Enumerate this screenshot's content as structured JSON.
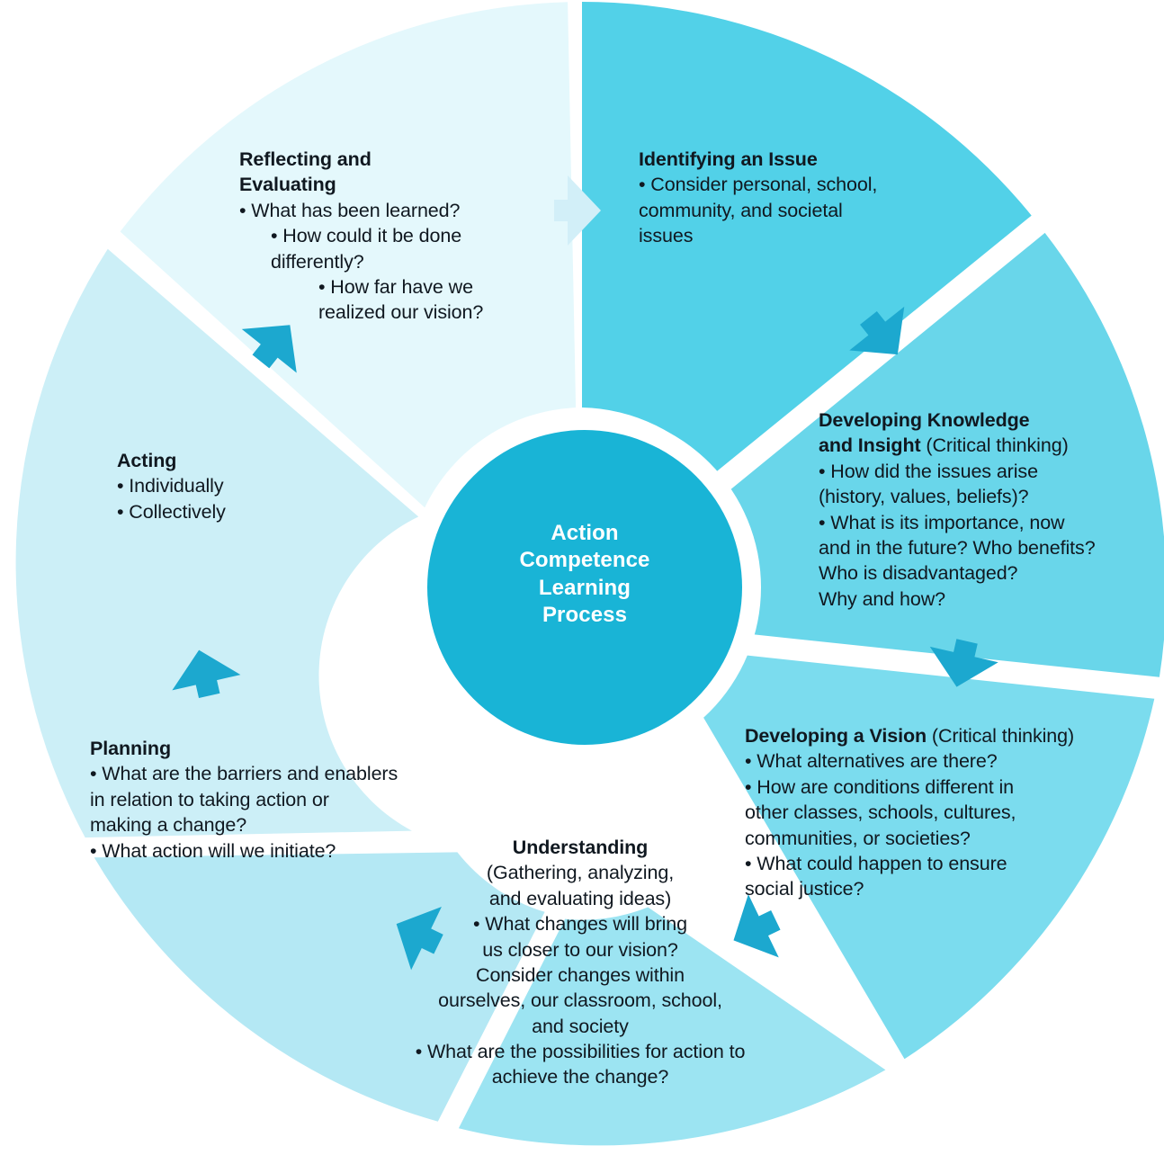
{
  "title": "Action Competence Learning Process",
  "center": {
    "lines": [
      "Action",
      "Competence",
      "Learning",
      "Process"
    ],
    "fill": "#19B4D6",
    "text_color": "#ffffff"
  },
  "colors": {
    "background": "#ffffff",
    "arrow": "#1CA8CF",
    "arrow_pale": "#D2EFF8",
    "text": "#101820",
    "ring": "#ffffff"
  },
  "chart_data": {
    "type": "pie",
    "title": "Action Competence Learning Process",
    "note": "Seven equal sectors of a circular process wheel, read clockwise from the top.",
    "categories": [
      "Identifying an Issue",
      "Developing Knowledge and Insight",
      "Developing a Vision",
      "Understanding",
      "Planning",
      "Acting",
      "Reflecting and Evaluating"
    ],
    "values": [
      1,
      1,
      1,
      1,
      1,
      1,
      1
    ],
    "colors": [
      "#52D1E8",
      "#69D6EA",
      "#7BDCEE",
      "#9CE4F2",
      "#B4E8F4",
      "#CCEFF7",
      "#E4F8FC"
    ],
    "legend": "none",
    "grid": false
  },
  "sectors": [
    {
      "id": "identifying",
      "heading": "Identifying an Issue",
      "heading_suffix": "",
      "color": "#52D1E8",
      "start_deg": 0,
      "lines": [
        {
          "style": "bullet",
          "text": "• Consider personal, school,"
        },
        {
          "style": "plain-indent",
          "text": "community, and societal"
        },
        {
          "style": "plain-indent",
          "text": "issues"
        }
      ]
    },
    {
      "id": "knowledge",
      "heading": "Developing Knowledge and Insight",
      "heading_line1": "Developing Knowledge",
      "heading_line2": "and Insight",
      "heading_suffix": " (Critical thinking)",
      "color": "#69D6EA",
      "start_deg": 51.43,
      "lines": [
        {
          "style": "bullet",
          "text": "• How did the issues arise"
        },
        {
          "style": "plain-indent",
          "text": "(history, values, beliefs)?"
        },
        {
          "style": "bullet",
          "text": "• What is its importance, now"
        },
        {
          "style": "plain-indent",
          "text": "and in the future? Who benefits?"
        },
        {
          "style": "plain-indent",
          "text": "Who is disadvantaged?"
        },
        {
          "style": "plain-indent",
          "text": "Why and how?"
        }
      ]
    },
    {
      "id": "vision",
      "heading": "Developing a Vision",
      "heading_suffix": " (Critical thinking)",
      "color": "#7BDCEE",
      "start_deg": 102.86,
      "lines": [
        {
          "style": "bullet",
          "text": "• What alternatives are there?"
        },
        {
          "style": "bullet",
          "text": "• How are conditions different in"
        },
        {
          "style": "plain-indent",
          "text": "other classes, schools, cultures,"
        },
        {
          "style": "plain-indent",
          "text": "communities, or societies?"
        },
        {
          "style": "bullet",
          "text": "• What could happen to ensure"
        },
        {
          "style": "plain-indent",
          "text": "social justice?"
        }
      ]
    },
    {
      "id": "understanding",
      "heading": "Understanding",
      "heading_suffix": "",
      "color": "#9CE4F2",
      "lines": [
        {
          "style": "center",
          "text": "(Gathering, analyzing,"
        },
        {
          "style": "center",
          "text": "and evaluating ideas)"
        },
        {
          "style": "center",
          "text": "• What changes will bring"
        },
        {
          "style": "center",
          "text": "us closer to our vision?"
        },
        {
          "style": "center",
          "text": "Consider changes within"
        },
        {
          "style": "center",
          "text": "ourselves, our classroom, school,"
        },
        {
          "style": "center",
          "text": "and society"
        },
        {
          "style": "center",
          "text": "• What are the possibilities for action to"
        },
        {
          "style": "center",
          "text": "achieve the change?"
        }
      ]
    },
    {
      "id": "planning",
      "heading": "Planning",
      "heading_suffix": "",
      "color": "#B4E8F4",
      "lines": [
        {
          "style": "bullet",
          "text": "• What are the barriers and enablers"
        },
        {
          "style": "plain-indent",
          "text": "in relation to taking action or"
        },
        {
          "style": "plain-indent",
          "text": "making a change?"
        },
        {
          "style": "bullet",
          "text": "• What action will we initiate?"
        }
      ]
    },
    {
      "id": "acting",
      "heading": "Acting",
      "heading_suffix": "",
      "color": "#CCEFF7",
      "lines": [
        {
          "style": "bullet",
          "text": "• Individually"
        },
        {
          "style": "bullet",
          "text": "• Collectively"
        }
      ]
    },
    {
      "id": "reflecting",
      "heading": "Reflecting and Evaluating",
      "heading_line1": "Reflecting and",
      "heading_line2": "Evaluating",
      "heading_suffix": "",
      "color": "#E4F8FC",
      "lines": [
        {
          "style": "bullet",
          "text": "• What has been learned?"
        },
        {
          "style": "bullet2",
          "text": "• How could it be done"
        },
        {
          "style": "plain-indent2",
          "text": "differently?"
        },
        {
          "style": "bullet3",
          "text": "• How far have we"
        },
        {
          "style": "plain-indent3",
          "text": "realized our vision?"
        }
      ]
    }
  ],
  "arrows": [
    {
      "name": "arrow-reflecting-to-identifying",
      "color": "#D2EFF8"
    },
    {
      "name": "arrow-identifying-to-knowledge",
      "color": "#1CA8CF"
    },
    {
      "name": "arrow-knowledge-to-vision",
      "color": "#1CA8CF"
    },
    {
      "name": "arrow-vision-to-understanding",
      "color": "#1CA8CF"
    },
    {
      "name": "arrow-understanding-to-planning",
      "color": "#1CA8CF"
    },
    {
      "name": "arrow-planning-to-acting",
      "color": "#1CA8CF"
    },
    {
      "name": "arrow-acting-to-reflecting",
      "color": "#1CA8CF"
    }
  ]
}
